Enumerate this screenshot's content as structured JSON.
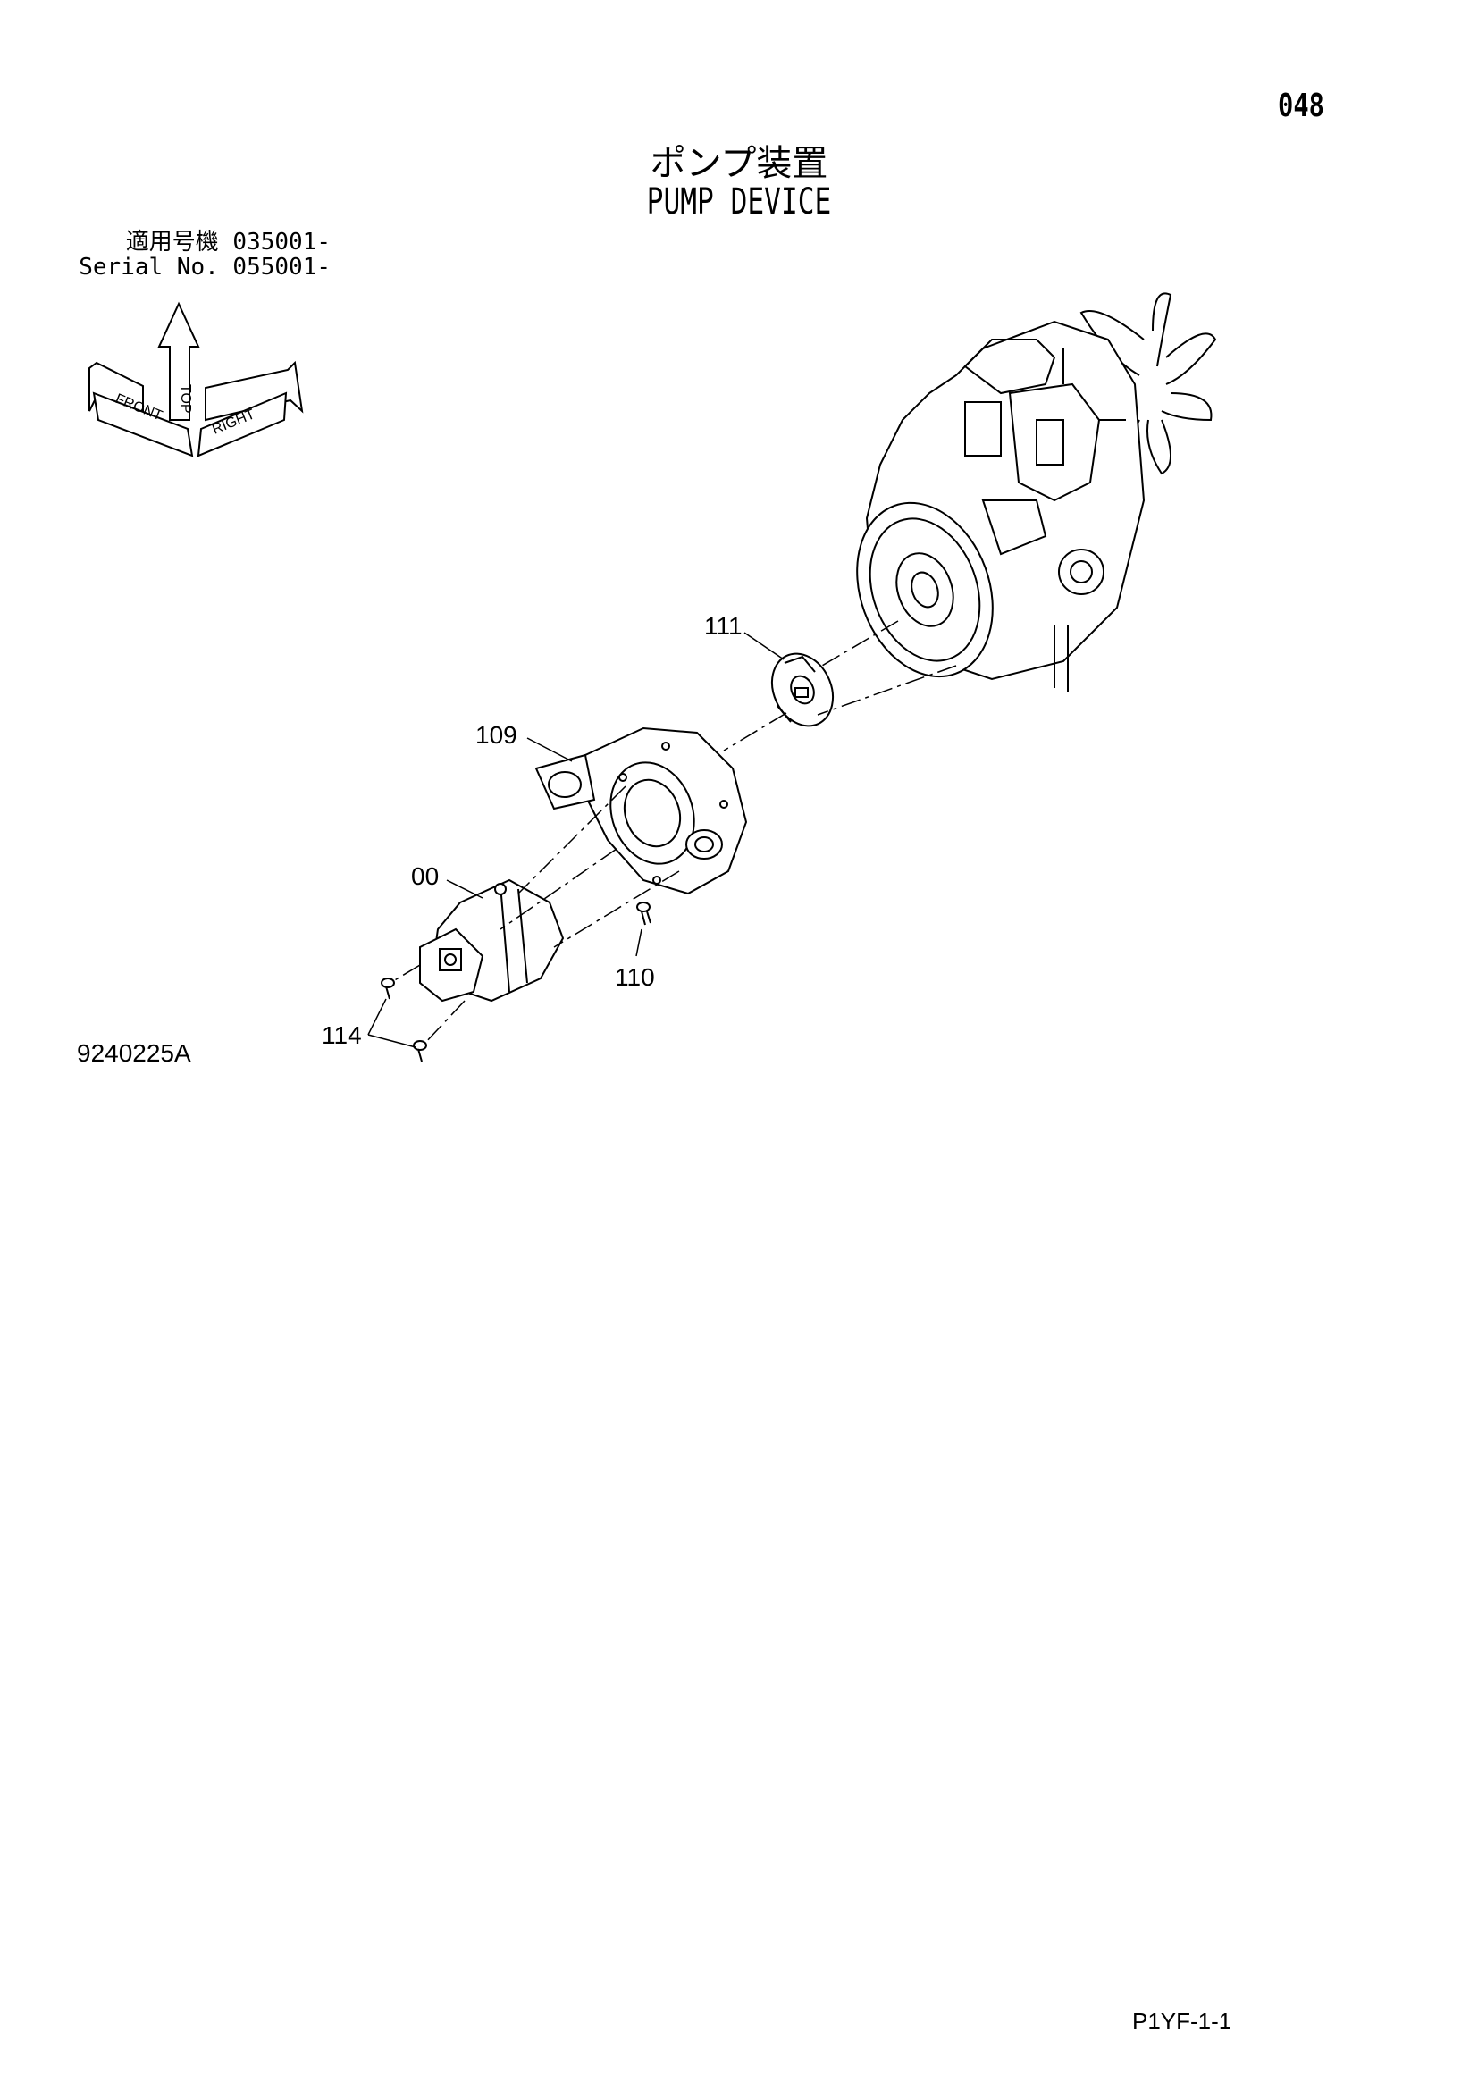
{
  "header": {
    "page_number": "048",
    "title_jp": "ポンプ装置",
    "title_en": "PUMP DEVICE"
  },
  "applicability": {
    "line1": "適用号機  035001-",
    "line2": "Serial No. 055001-"
  },
  "orientation": {
    "top_label": "TOP",
    "front_label": "FRONT",
    "right_label": "RIGHT"
  },
  "callouts": {
    "c111": "111",
    "c109": "109",
    "c00": "00",
    "c110": "110",
    "c114": "114"
  },
  "footer": {
    "drawing_number": "9240225A",
    "page_code": "P1YF-1-1"
  }
}
